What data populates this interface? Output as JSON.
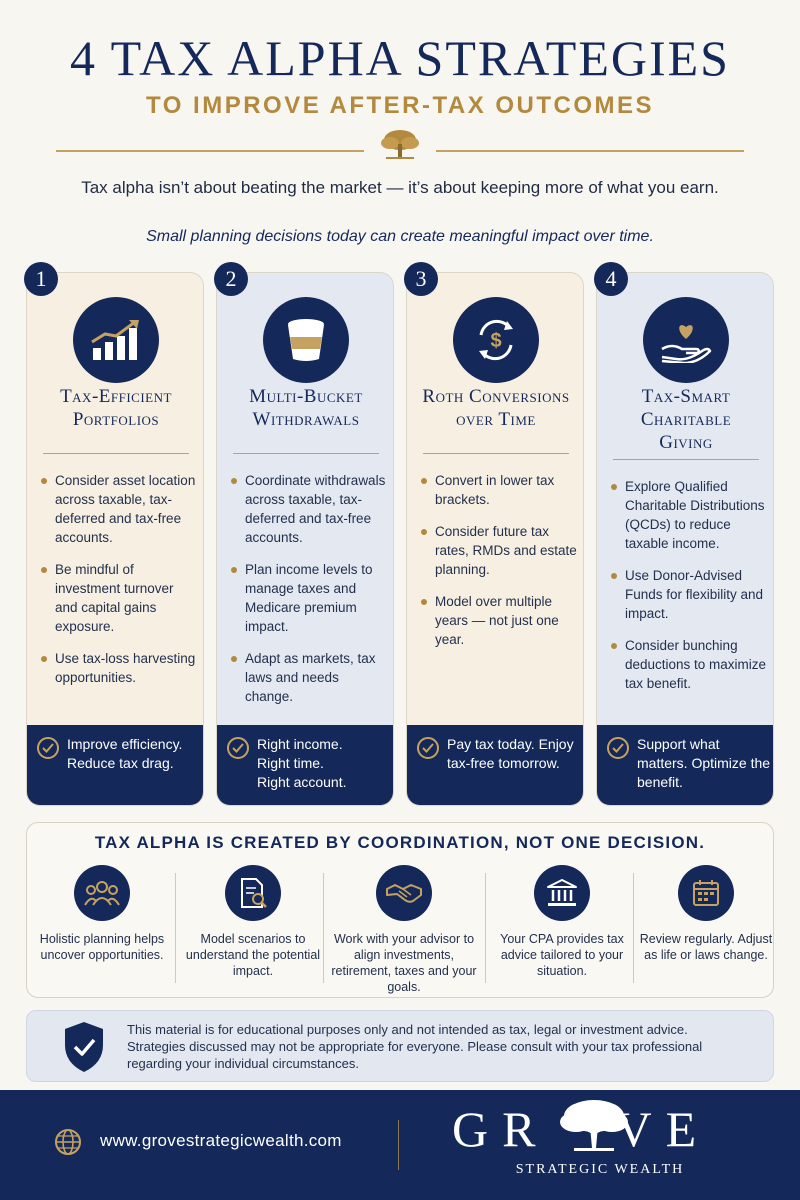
{
  "header": {
    "title": "4 TAX ALPHA STRATEGIES",
    "subtitle": "TO IMPROVE AFTER-TAX OUTCOMES",
    "intro": "Tax alpha isn’t about beating the market — it’s about keeping more of what you earn.",
    "intro_italic": "Small planning decisions today can create meaningful impact over time."
  },
  "colors": {
    "navy": "#14285a",
    "gold": "#b3893d",
    "warm_card": "#f7f0e2",
    "cool_card": "#e4e9f1",
    "background": "#f8f6f1"
  },
  "strategies": [
    {
      "number": "1",
      "icon": "growth-chart-icon",
      "title_line1": "Tax-Efficient",
      "title_line2": "Portfolios",
      "bullets": [
        "Consider asset location across taxable, tax-deferred and tax-free accounts.",
        "Be mindful of investment turnover and capital gains exposure.",
        "Use tax-loss harvesting opportunities."
      ],
      "footer": "Improve efficiency. Reduce tax drag."
    },
    {
      "number": "2",
      "icon": "bucket-icon",
      "title_line1": "Multi-Bucket",
      "title_line2": "Withdrawals",
      "bullets": [
        "Coordinate withdrawals across taxable, tax-deferred and tax-free accounts.",
        "Plan income levels to manage taxes and Medicare premium impact.",
        "Adapt as markets, tax laws and needs change."
      ],
      "footer_lines": [
        "Right income.",
        "Right time.",
        "Right account."
      ]
    },
    {
      "number": "3",
      "icon": "dollar-cycle-icon",
      "title_line1": "Roth Conversions",
      "title_line2": "over Time",
      "bullets": [
        "Convert in lower tax brackets.",
        "Consider future tax rates, RMDs and estate planning.",
        "Model over multiple years — not just one year."
      ],
      "footer": "Pay tax today. Enjoy tax-free tomorrow."
    },
    {
      "number": "4",
      "icon": "heart-hand-icon",
      "title_line1": "Tax-Smart",
      "title_line2": "Charitable",
      "title_line3": "Giving",
      "bullets": [
        "Explore Qualified Charitable Distributions (QCDs) to reduce taxable income.",
        "Use Donor-Advised Funds for flexibility and impact.",
        "Consider bunching deductions to maximize tax benefit."
      ],
      "footer": "Support what matters. Optimize the benefit."
    }
  ],
  "coordination": {
    "title": "TAX ALPHA IS CREATED BY COORDINATION, NOT ONE DECISION.",
    "items": [
      {
        "icon": "people-group-icon",
        "text": "Holistic planning helps uncover opportunities."
      },
      {
        "icon": "document-search-icon",
        "text": "Model scenarios to understand the potential impact."
      },
      {
        "icon": "handshake-icon",
        "text": "Work with your advisor to align investments, retirement, taxes and your goals."
      },
      {
        "icon": "institution-icon",
        "text": "Your CPA provides tax advice tailored to your situation."
      },
      {
        "icon": "calendar-icon",
        "text": "Review regularly. Adjust as life or laws change."
      }
    ]
  },
  "disclaimer": "This material is for educational purposes only and not intended as tax, legal or investment advice. Strategies discussed may not be appropriate for everyone. Please consult with your tax professional regarding your individual circumstances.",
  "footer": {
    "url": "www.grovestrategicwealth.com",
    "brand_left": "GR",
    "brand_right": "VE",
    "brand_sub": "STRATEGIC WEALTH"
  }
}
